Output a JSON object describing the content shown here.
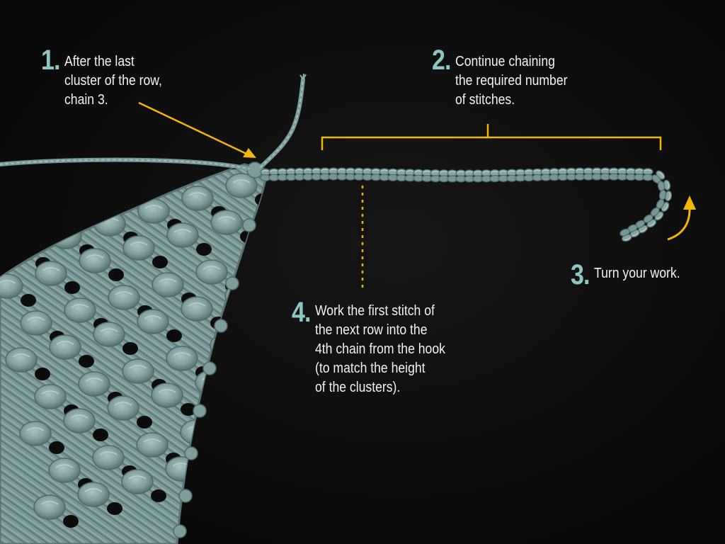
{
  "colors": {
    "accent": "#f2b705",
    "number_teal": "#8cc7c3",
    "yarn": "#7d9c9b",
    "yarn_dark": "#4f6a69",
    "yarn_light": "#a7c2c0",
    "background": "#0c0c0c",
    "text": "#f2f2f2"
  },
  "steps": [
    {
      "number": "1.",
      "text": "After the last\ncluster of the row,\nchain 3."
    },
    {
      "number": "2.",
      "text": "Continue chaining\nthe required number\nof stitches."
    },
    {
      "number": "3.",
      "text": "Turn your work."
    },
    {
      "number": "4.",
      "text": "Work the first stitch of\nthe next row into the\n4th chain from the hook\n(to match the height\nof the clusters)."
    }
  ],
  "icons": [
    "pointer-arrow-icon",
    "bracket-icon",
    "turn-arrow-icon",
    "dotted-guide-icon"
  ]
}
